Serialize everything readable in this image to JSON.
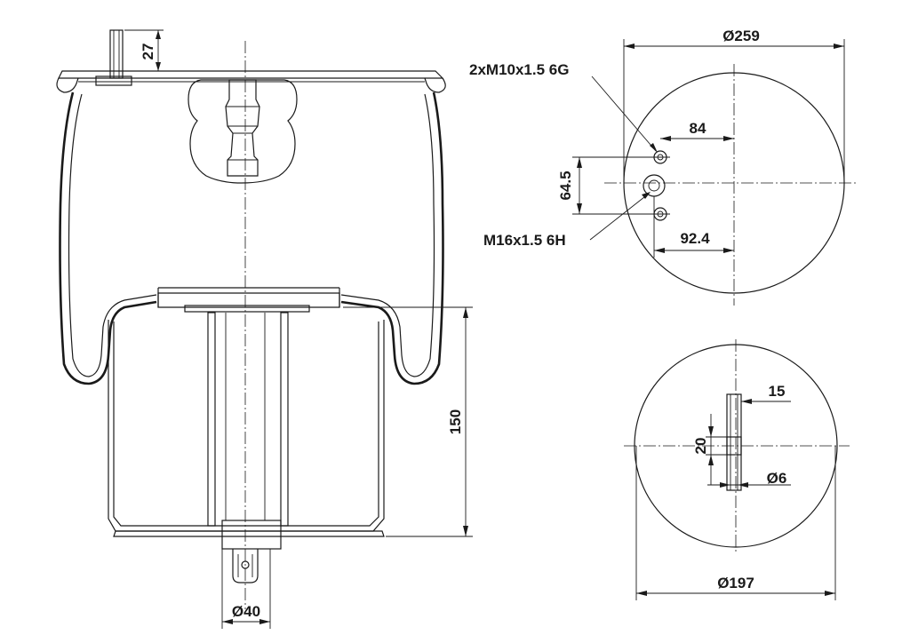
{
  "side_view": {
    "dim_stud_height": "27",
    "dim_piston_height": "150",
    "dim_base_diameter": "Ø40"
  },
  "top_view": {
    "dim_outer_diameter": "Ø259",
    "thread_small": "2xM10x1.5 6G",
    "thread_large": "M16x1.5 6H",
    "dim_offset_small": "84",
    "dim_pitch": "64.5",
    "dim_offset_large": "92.4"
  },
  "bottom_view": {
    "dim_outer_diameter": "Ø197",
    "dim_tab_width": "15",
    "dim_tab_height": "20",
    "dim_hole_diameter": "Ø6"
  }
}
